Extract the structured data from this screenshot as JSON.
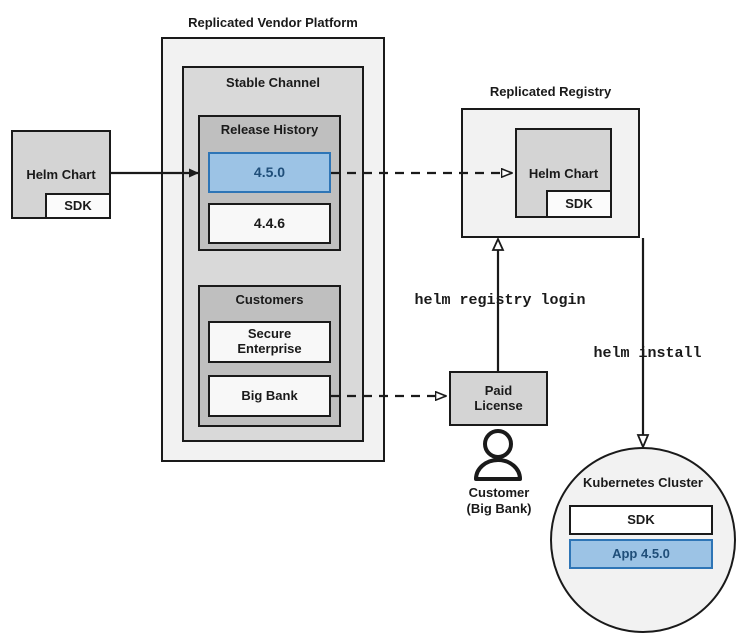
{
  "diagram": {
    "title": "Replicated Vendor Platform software delivery flow",
    "colors": {
      "outer_container_fill": "#F2F2F2",
      "channel_fill": "#D9D9D9",
      "group_fill": "#BFBFBF",
      "node_fill": "#D4D4D4",
      "white_fill": "#F8F8F8",
      "highlight_fill": "#9CC3E5",
      "highlight_border": "#2E75B6",
      "highlight_text": "#1F4E79",
      "stroke": "#1A1A1A"
    },
    "vendor_platform": {
      "title": "Replicated Vendor Platform",
      "channel": {
        "title": "Stable Channel",
        "release_history": {
          "title": "Release History",
          "releases": [
            {
              "version": "4.5.0",
              "highlighted": true
            },
            {
              "version": "4.4.6",
              "highlighted": false
            }
          ]
        },
        "customers": {
          "title": "Customers",
          "entries": [
            {
              "name": "Secure\nEnterprise"
            },
            {
              "name": "Big Bank"
            }
          ]
        }
      }
    },
    "source_chart": {
      "title": "Helm Chart",
      "sub_component": "SDK"
    },
    "registry": {
      "title": "Replicated Registry",
      "chart": {
        "title": "Helm Chart",
        "sub_component": "SDK"
      }
    },
    "license": {
      "title": "Paid\nLicense"
    },
    "customer_actor": {
      "icon": "person-icon",
      "label_line1": "Customer",
      "label_line2": "(Big Bank)"
    },
    "cluster": {
      "title": "Kubernetes Cluster",
      "items": [
        {
          "label": "SDK",
          "highlighted": false
        },
        {
          "label": "App 4.5.0",
          "highlighted": true
        }
      ]
    },
    "commands": {
      "registry_login": "helm registry login",
      "install": "helm install"
    }
  }
}
